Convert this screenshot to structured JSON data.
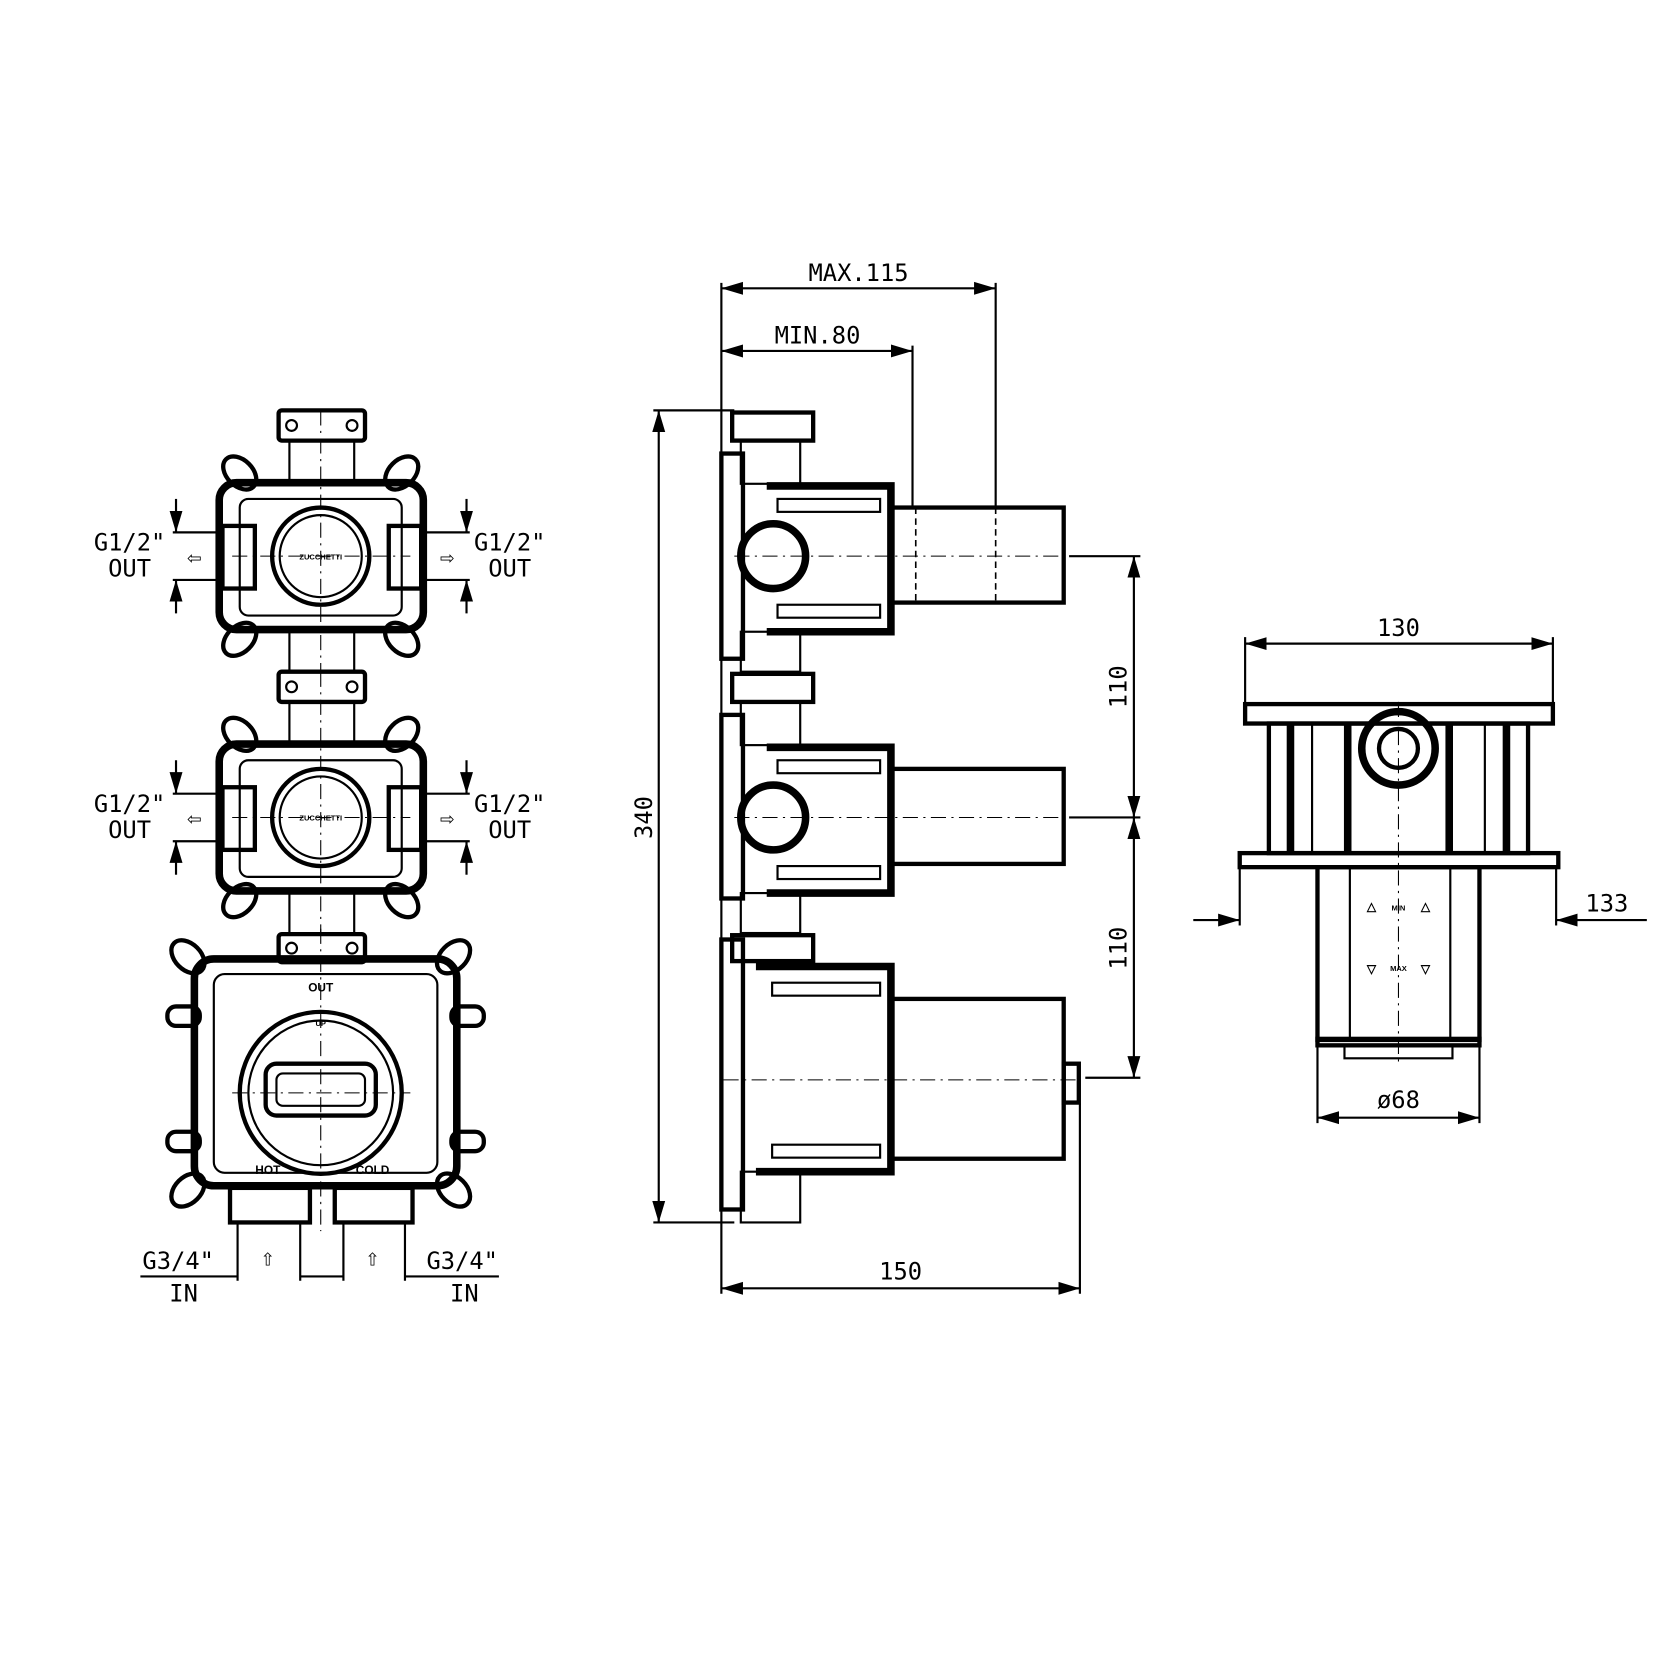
{
  "front_view": {
    "outlet_label": "G1/2\"",
    "outlet_sub": "OUT",
    "brand_mark": "ZUCCHETTI",
    "mixer_labels": {
      "out": "OUT",
      "up": "UP",
      "hot": "HOT",
      "cold": "COLD"
    },
    "inlet_label": "G3/4\"",
    "inlet_sub": "IN"
  },
  "side_view": {
    "max_depth": "MAX.115",
    "min_depth": "MIN.80",
    "total_height": "340",
    "spacing_upper": "110",
    "spacing_lower": "110",
    "total_depth": "150"
  },
  "top_view": {
    "width": "130",
    "flange_width": "133",
    "min_mark": "MIN",
    "max_mark": "MAX",
    "diameter": "ø68"
  }
}
